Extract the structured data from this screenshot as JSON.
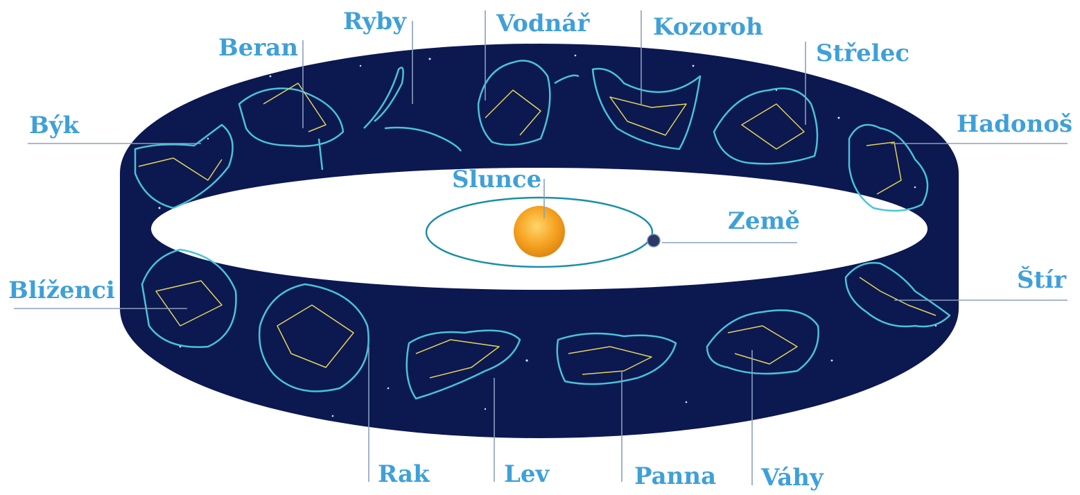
{
  "labels": {
    "byk": "Býk",
    "beran": "Beran",
    "ryby": "Ryby",
    "vodnar": "Vodnář",
    "kozoroh": "Kozoroh",
    "strelec": "Střelec",
    "hadonos": "Hadonoš",
    "slunce": "Slunce",
    "zeme": "Země",
    "blizenci": "Blíženci",
    "stir": "Štír",
    "rak": "Rak",
    "lev": "Lev",
    "panna": "Panna",
    "vahy": "Váhy"
  },
  "colors": {
    "band": "#0c1850",
    "label": "#3fa0d8",
    "constellation": "#48c4d8",
    "constellation_lines": "#e4d45a",
    "orbit": "#1a8fa8",
    "sun": "#f6a423",
    "leader_line": "#8aa0bd"
  }
}
